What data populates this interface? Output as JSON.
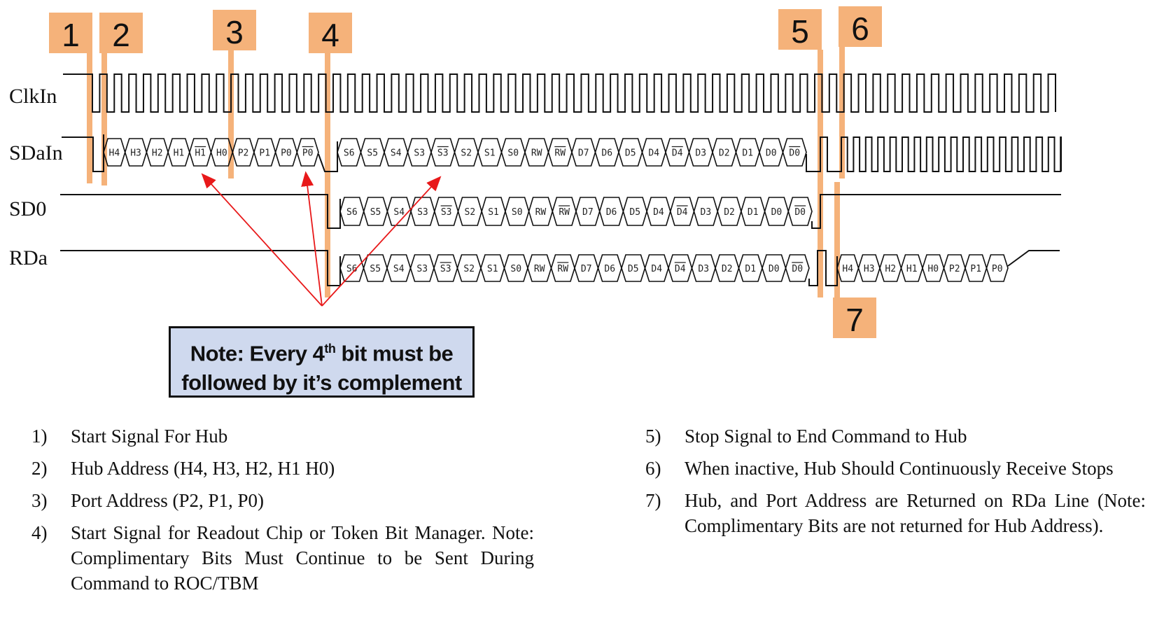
{
  "signals": [
    "ClkIn",
    "SDaIn",
    "SD0",
    "RDa"
  ],
  "markers": [
    "1",
    "2",
    "3",
    "4",
    "5",
    "6",
    "7"
  ],
  "bits": {
    "sdain_header": [
      "H4",
      "H3",
      "H2",
      "H1",
      "H1",
      "H0",
      "P2",
      "P1",
      "P0",
      "P0"
    ],
    "sdain_command": [
      "S6",
      "S5",
      "S4",
      "S3",
      "S3",
      "S2",
      "S1",
      "S0",
      "RW",
      "RW",
      "D7",
      "D6",
      "D5",
      "D4",
      "D4",
      "D3",
      "D2",
      "D1",
      "D0",
      "D0"
    ],
    "sd0": [
      "S6",
      "S5",
      "S4",
      "S3",
      "S3",
      "S2",
      "S1",
      "S0",
      "RW",
      "RW",
      "D7",
      "D6",
      "D5",
      "D4",
      "D4",
      "D3",
      "D2",
      "D1",
      "D0",
      "D0"
    ],
    "rda_command": [
      "S6",
      "S5",
      "S4",
      "S3",
      "S3",
      "S2",
      "S1",
      "S0",
      "RW",
      "RW",
      "D7",
      "D6",
      "D5",
      "D4",
      "D4",
      "D3",
      "D2",
      "D1",
      "D0",
      "D0"
    ],
    "rda_return": [
      "H4",
      "H3",
      "H2",
      "H1",
      "H0",
      "P2",
      "P1",
      "P0"
    ]
  },
  "note": {
    "line1_pre": "Note: Every 4",
    "line1_sup": "th",
    "line1_post": " bit must be",
    "line2": "followed by it’s complement"
  },
  "legend": [
    {
      "num": "1)",
      "text": "Start Signal For Hub"
    },
    {
      "num": "2)",
      "text": "Hub Address (H4, H3, H2, H1 H0)"
    },
    {
      "num": "3)",
      "text": "Port Address (P2, P1, P0)"
    },
    {
      "num": "4)",
      "text": "Start Signal for Readout Chip or Token Bit Manager. Note: Complimentary Bits Must Continue to be Sent During Command to ROC/TBM"
    },
    {
      "num": "5)",
      "text": "Stop Signal to End Command to Hub"
    },
    {
      "num": "6)",
      "text": "When inactive, Hub Should Continuously Receive Stops"
    },
    {
      "num": "7)",
      "text": "Hub, and Port Address are Returned on RDa Line (Note: Complimentary Bits are not returned for Hub Address)."
    }
  ],
  "colors": {
    "marker_fill": "#f5b27a",
    "arrow": "#e8191a",
    "note_bg": "#cfd9ee",
    "waveform": "#111111"
  }
}
